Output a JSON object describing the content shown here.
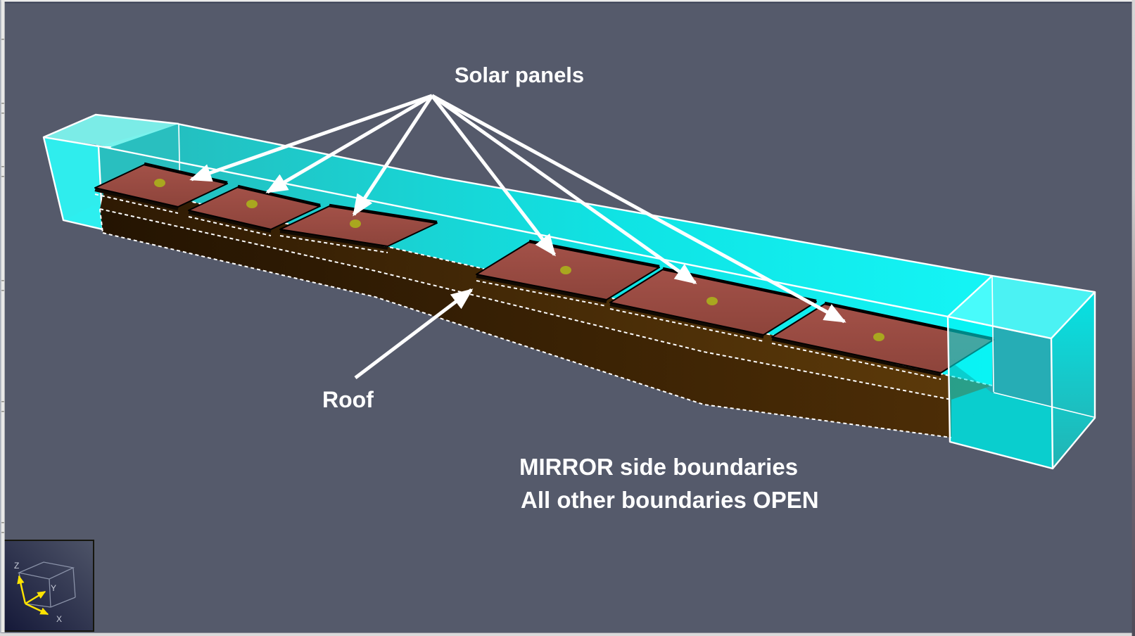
{
  "viewport": {
    "background_color": "#555a6b",
    "annotations": {
      "solar_panels_label": "Solar panels",
      "roof_label": "Roof",
      "boundary_note_line1": "MIRROR side boundaries",
      "boundary_note_line2": "All other boundaries OPEN",
      "text_color": "#ffffff",
      "arrow_color": "#ffffff"
    },
    "domain": {
      "fill_left": "#22c3c3",
      "fill_mid": "#0de8e8",
      "fill_right": "#12fafa",
      "edge_color": "#ffffff",
      "left_cap_front": "#2ef2f2",
      "left_cap_top": "#7df4ee",
      "left_cap_interior": "#29bfbf",
      "cap_bottom_teal": "#18a2a2",
      "right_cap_top": "#4bfbfb",
      "right_cap_front": "#00f2f2",
      "right_cap_right_top": "#00eeee",
      "right_cap_right_bottom": "#23b4b4"
    },
    "roof": {
      "top_left": "#2e1a03",
      "top_right": "#5e3b0a",
      "front_left": "#241402",
      "front_right": "#4c2d06"
    },
    "solar_panels": {
      "count": 6,
      "fill_top": "#a35148",
      "fill_bottom": "#8d443b",
      "monitor_dot_color": "#a9a71f"
    }
  },
  "triad": {
    "axes": [
      {
        "label": "X"
      },
      {
        "label": "Y"
      },
      {
        "label": "Z"
      }
    ],
    "arrow_color": "#ffe400",
    "label_color": "#c9cdd9",
    "bg_from": "#141838",
    "bg_to": "#4e5468"
  }
}
